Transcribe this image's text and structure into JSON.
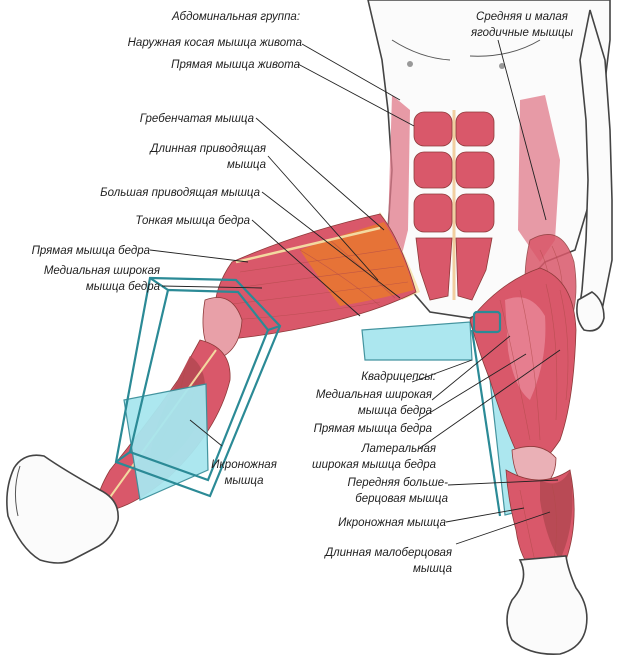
{
  "labels": {
    "abdominal_group": "Абдоминальная группа:",
    "external_oblique": "Наружная косая мышца живота",
    "rectus_abdominis": "Прямая мышца живота",
    "pectineus": "Гребенчатая мышца",
    "adductor_longus_1": "Длинная приводящая",
    "adductor_longus_2": "мышца",
    "adductor_magnus": "Большая приводящая мышца",
    "gracilis": "Тонкая мышца бедра",
    "rectus_femoris": "Прямая мышца бедра",
    "vastus_medialis_left_1": "Медиальная широкая",
    "vastus_medialis_left_2": "мышца бедра",
    "gluteus_1": "Средняя и малая",
    "gluteus_2": "ягодичные мышцы",
    "quadriceps": "Квадрицепсы:",
    "vastus_medialis_right_1": "Медиальная широкая",
    "vastus_medialis_right_2": "мышца бедра",
    "rectus_femoris_right": "Прямая мышца бедра",
    "vastus_lateralis_1": "Латеральная",
    "vastus_lateralis_2": "широкая мышца бедра",
    "gastrocnemius_left_1": "Икроножная",
    "gastrocnemius_left_2": "мышца",
    "tibialis_anterior_1": "Передняя больше-",
    "tibialis_anterior_2": "берцовая мышца",
    "gastrocnemius_right": "Икроножная мышца",
    "peroneus_longus_1": "Длинная малоберцовая",
    "peroneus_longus_2": "мышца"
  },
  "colors": {
    "muscle": "#d9586a",
    "muscle_dark": "#a83a45",
    "muscle_orange": "#e8782e",
    "tendon": "#f3d9a0",
    "frame_teal": "#2b8a96",
    "panel_cyan": "#a8e6ef"
  }
}
